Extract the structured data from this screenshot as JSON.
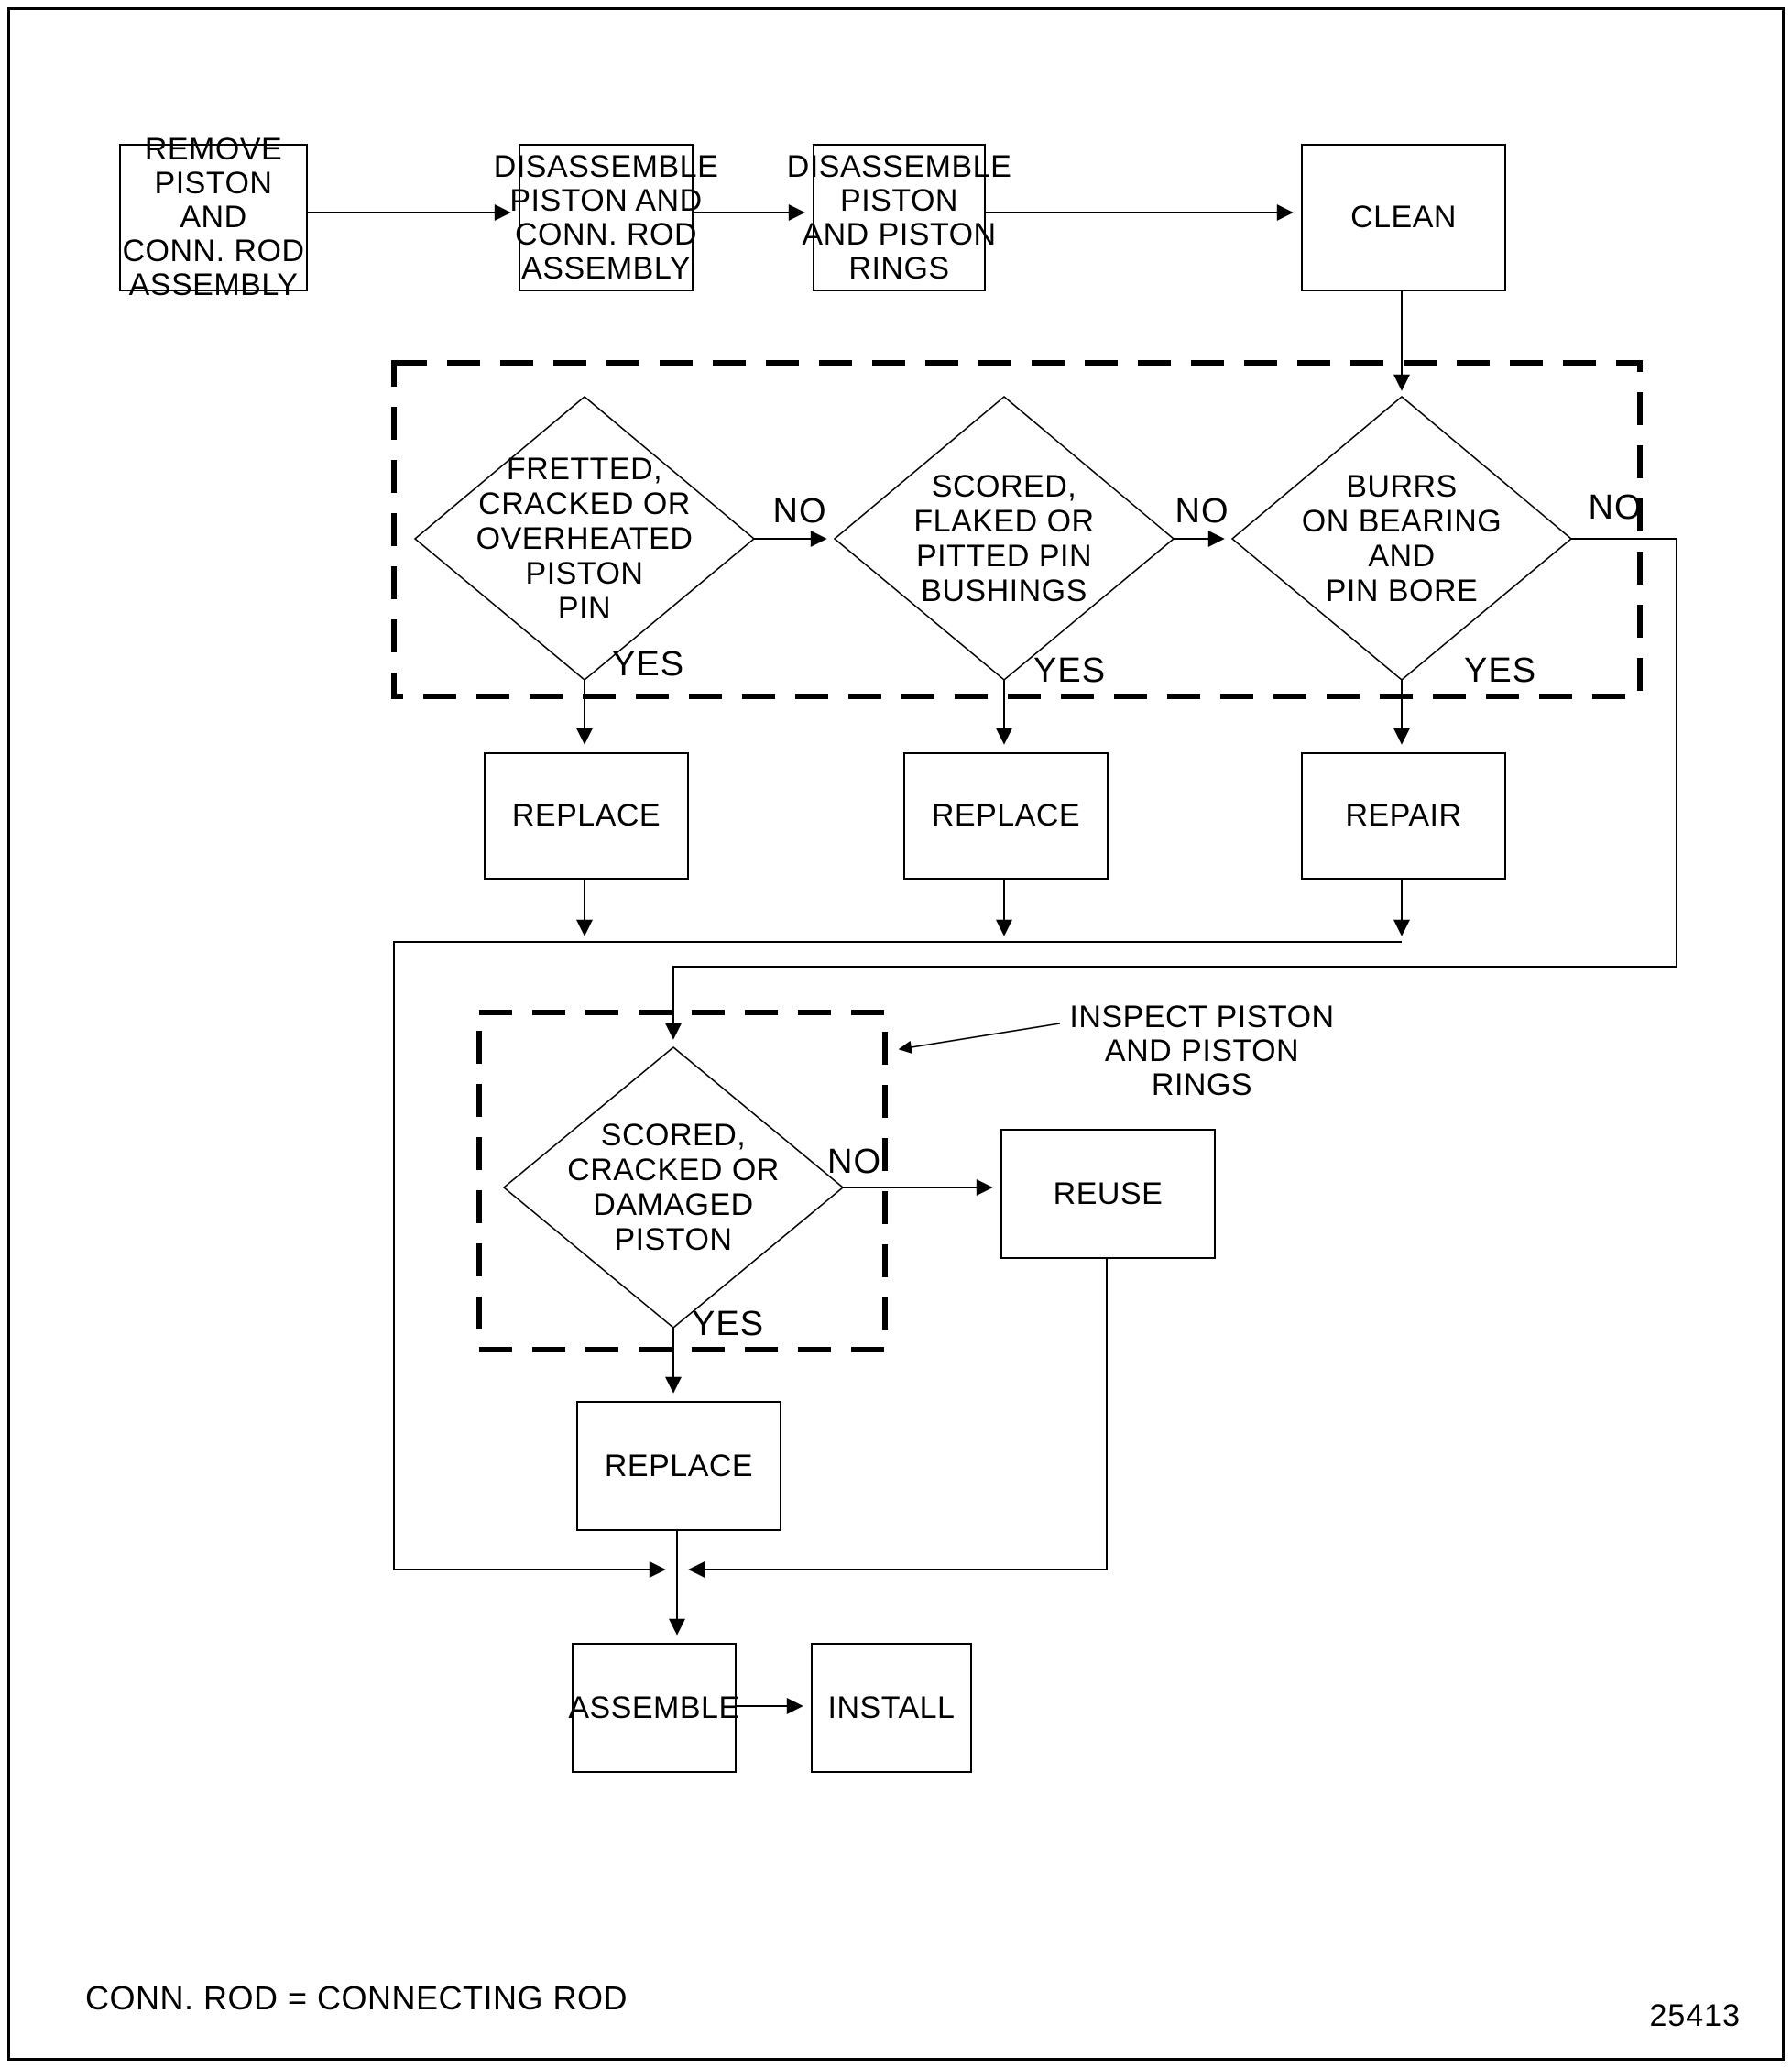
{
  "nodes": {
    "remove": "REMOVE\nPISTON AND\nCONN. ROD\nASSEMBLY",
    "disassemble_piston_rod": "DISASSEMBLE\nPISTON AND\nCONN. ROD\nASSEMBLY",
    "disassemble_piston_rings": "DISASSEMBLE\nPISTON\nAND PISTON\nRINGS",
    "clean": "CLEAN",
    "replace_pin": "REPLACE",
    "replace_bushings": "REPLACE",
    "repair_bore": "REPAIR",
    "reuse": "REUSE",
    "replace_piston": "REPLACE",
    "assemble": "ASSEMBLE",
    "install": "INSTALL"
  },
  "decisions": {
    "pin": "FRETTED,\nCRACKED OR\nOVERHEATED\nPISTON\nPIN",
    "bushings": "SCORED,\nFLAKED OR\nPITTED PIN\nBUSHINGS",
    "burrs": "BURRS\nON BEARING\nAND\nPIN BORE",
    "piston": "SCORED,\nCRACKED OR\nDAMAGED\nPISTON"
  },
  "labels": {
    "no_pin": "NO",
    "no_bushings": "NO",
    "no_burrs": "NO",
    "no_piston": "NO",
    "yes_pin": "YES",
    "yes_bushings": "YES",
    "yes_burrs": "YES",
    "yes_piston": "YES"
  },
  "annotation": {
    "inspect": "INSPECT PISTON\nAND PISTON RINGS"
  },
  "footer": {
    "legend": "CONN. ROD = CONNECTING ROD",
    "figure_number": "25413"
  },
  "colors": {
    "line": "#000000",
    "background": "#ffffff"
  }
}
